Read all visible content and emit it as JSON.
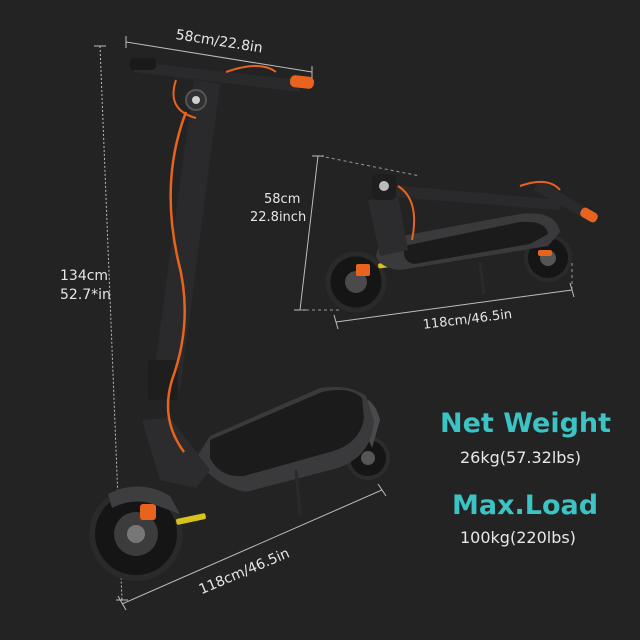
{
  "dimensions": {
    "handlebar_width": "58cm/22.8in",
    "height_cm": "134cm",
    "height_in": "52.7*in",
    "length_bottom": "118cm/46.5in",
    "folded_height_cm": "58cm",
    "folded_height_in": "22.8inch",
    "folded_length": "118cm/46.5in"
  },
  "specs": {
    "net_weight_title": "Net Weight",
    "net_weight_value": "26kg(57.32lbs)",
    "max_load_title": "Max.Load",
    "max_load_value": "100kg(220lbs)"
  },
  "colors": {
    "background": "#232323",
    "accent_teal": "#3cc3c3",
    "accent_orange": "#e8641e",
    "scooter_body": "#3a3a3c",
    "deck": "#1a1a1a"
  }
}
